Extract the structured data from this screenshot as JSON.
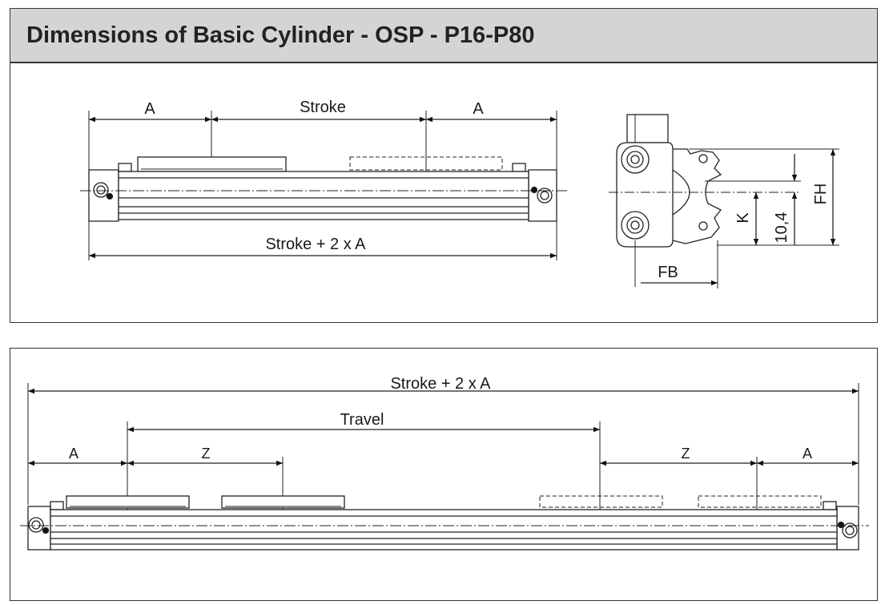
{
  "title": "Dimensions of Basic Cylinder - OSP - P16-P80",
  "top_view": {
    "label_a_left": "A",
    "label_stroke": "Stroke",
    "label_a_right": "A",
    "label_total": "Stroke + 2 x A"
  },
  "end_view": {
    "label_fh": "FH",
    "label_k": "K",
    "label_104": "10,4",
    "label_fb": "FB"
  },
  "long_view": {
    "label_total": "Stroke + 2 x A",
    "label_travel": "Travel",
    "label_a_left": "A",
    "label_z_left": "Z",
    "label_z_right": "Z",
    "label_a_right": "A"
  }
}
